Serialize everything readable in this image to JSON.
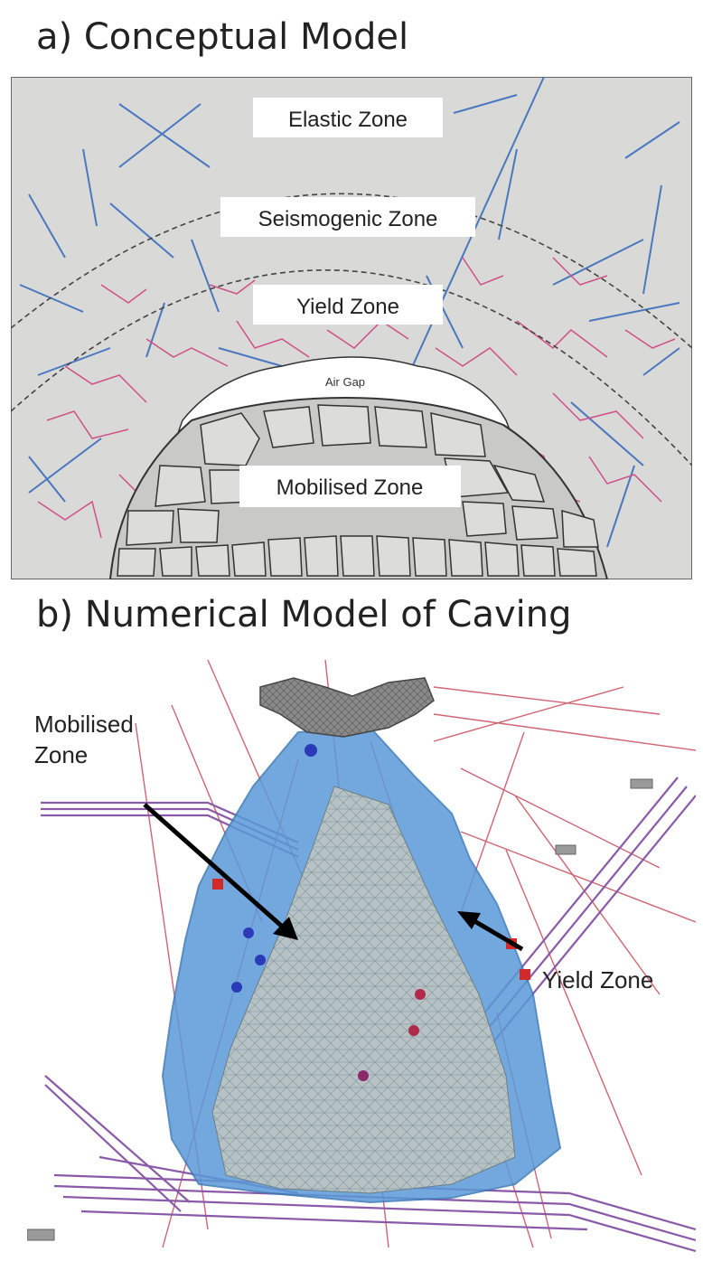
{
  "panel_a": {
    "title": "a) Conceptual Model",
    "zones": {
      "elastic": "Elastic Zone",
      "seismogenic": "Seismogenic Zone",
      "yield": "Yield Zone",
      "air_gap": "Air Gap",
      "mobilised": "Mobilised Zone"
    }
  },
  "panel_b": {
    "title": "b) Numerical  Model of Caving",
    "labels": {
      "mobilised_line1": "Mobilised",
      "mobilised_line2": "Zone",
      "yield": "Yield Zone"
    }
  },
  "colors": {
    "rock": "#d9d9d7",
    "joint_blue": "#4a78c0",
    "crack_pink": "#d0508a",
    "fragment_edge": "#3a3a3a",
    "cave_blue": "#5a9ad8",
    "drift_purple": "#8a5aa8",
    "ray_red": "#c84a5a"
  }
}
